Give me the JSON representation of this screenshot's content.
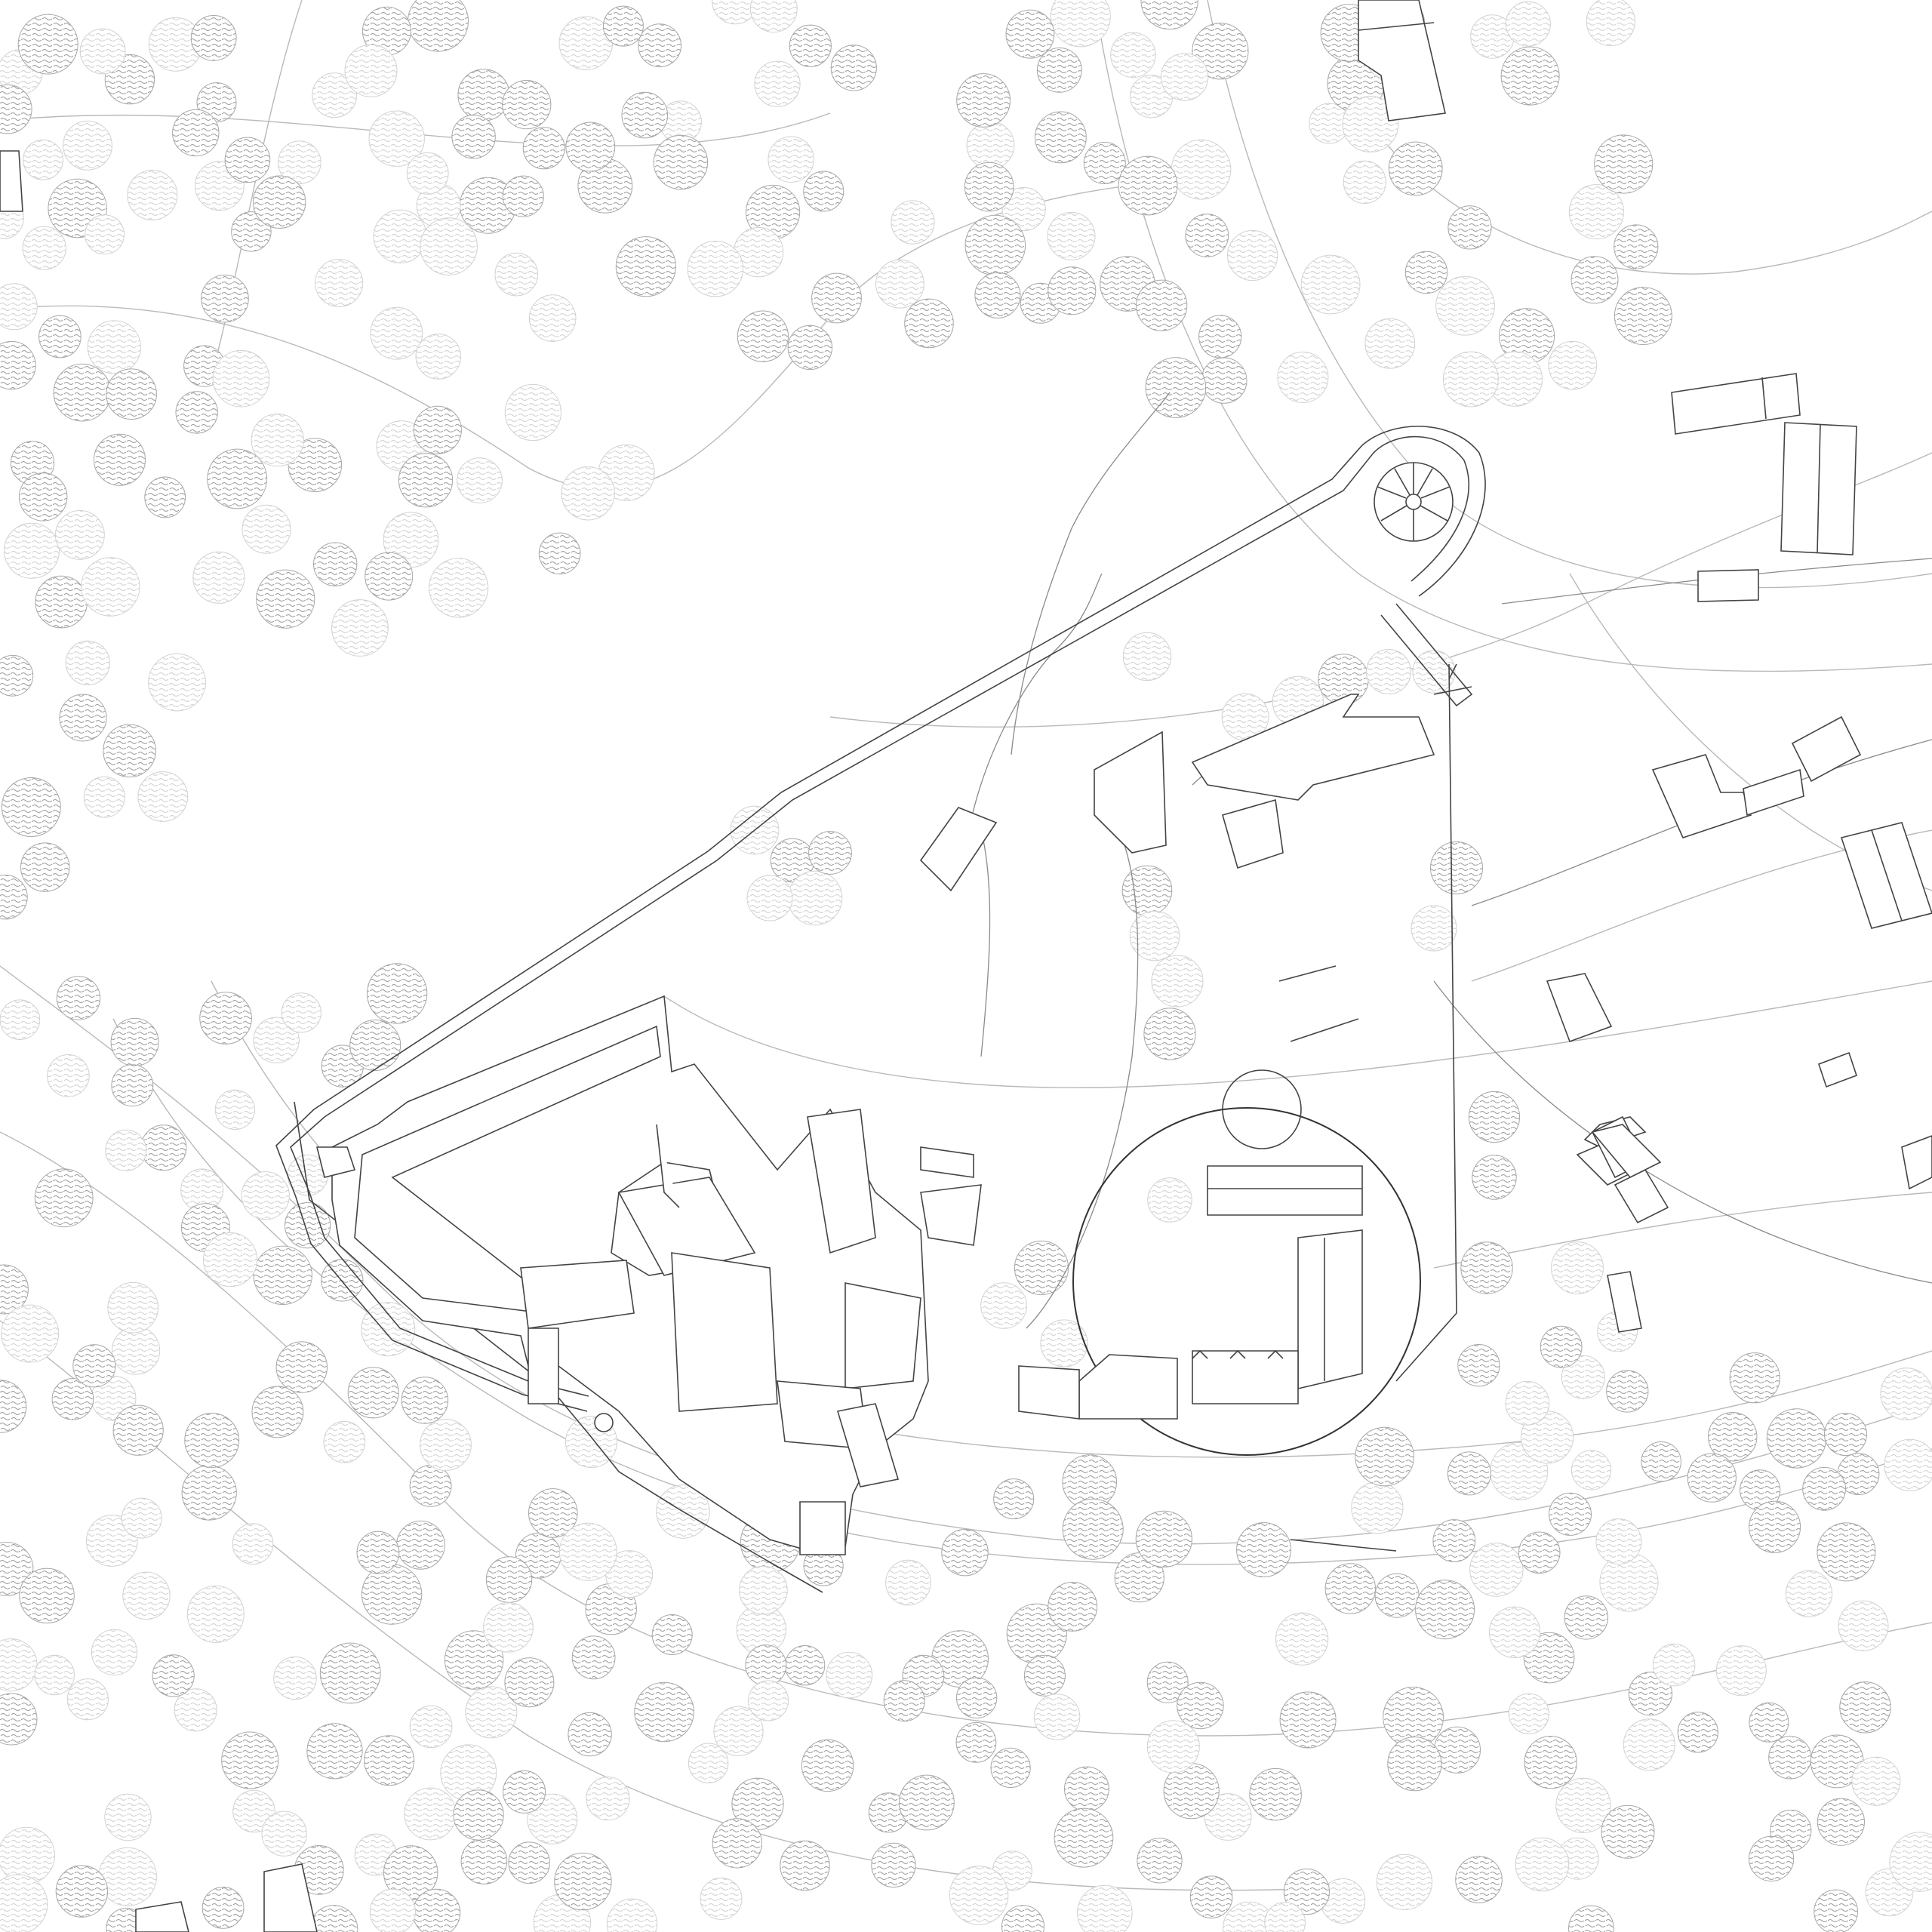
{
  "map": {
    "title": "",
    "labels": [],
    "colors": {
      "background": "#ffffff",
      "building_outline": "#444444",
      "contour": "#b9b9b9",
      "tree_canopy": "#9a9a9a",
      "tree_canopy_light": "#cfcfcf",
      "highlight_circle": "#333333"
    },
    "features": [
      "fortress",
      "outer-wall",
      "spiral-tower",
      "highlighted-building-group",
      "outbuildings",
      "tree-canopy",
      "contour-lines"
    ]
  }
}
